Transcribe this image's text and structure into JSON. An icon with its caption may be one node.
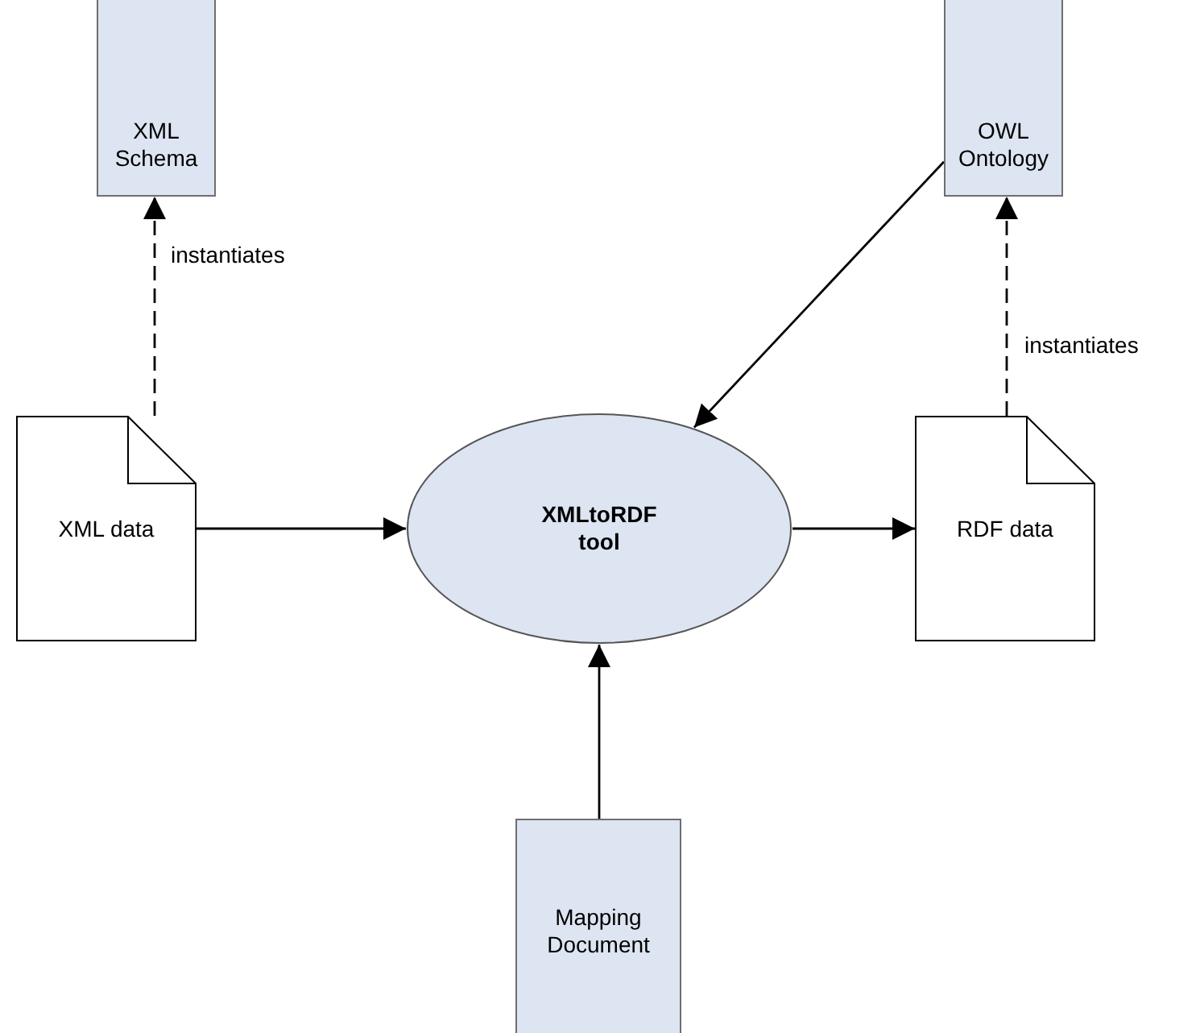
{
  "diagram": {
    "nodes": [
      {
        "text": [
          "XML Schema"
        ]
      },
      {
        "text": [
          "OWL Ontology"
        ]
      },
      {
        "text": [
          "XML data"
        ]
      },
      {
        "text": [
          "XMLtoRDF tool"
        ]
      },
      {
        "text": [
          "RDF data"
        ]
      },
      {
        "text": [
          "Mapping Document"
        ]
      }
    ],
    "edges": [
      {
        "from": 2,
        "to": 0,
        "arrow": "to",
        "style": "dashed",
        "label": "instantiates"
      },
      {
        "from": 4,
        "to": 1,
        "arrow": "to",
        "style": "dashed",
        "label": "instantiates"
      },
      {
        "from": 2,
        "to": 3,
        "arrow": "to"
      },
      {
        "from": 1,
        "to": 3,
        "arrow": "to"
      },
      {
        "from": 3,
        "to": 4,
        "arrow": "to"
      },
      {
        "from": 5,
        "to": 3,
        "arrow": "to"
      }
    ]
  }
}
